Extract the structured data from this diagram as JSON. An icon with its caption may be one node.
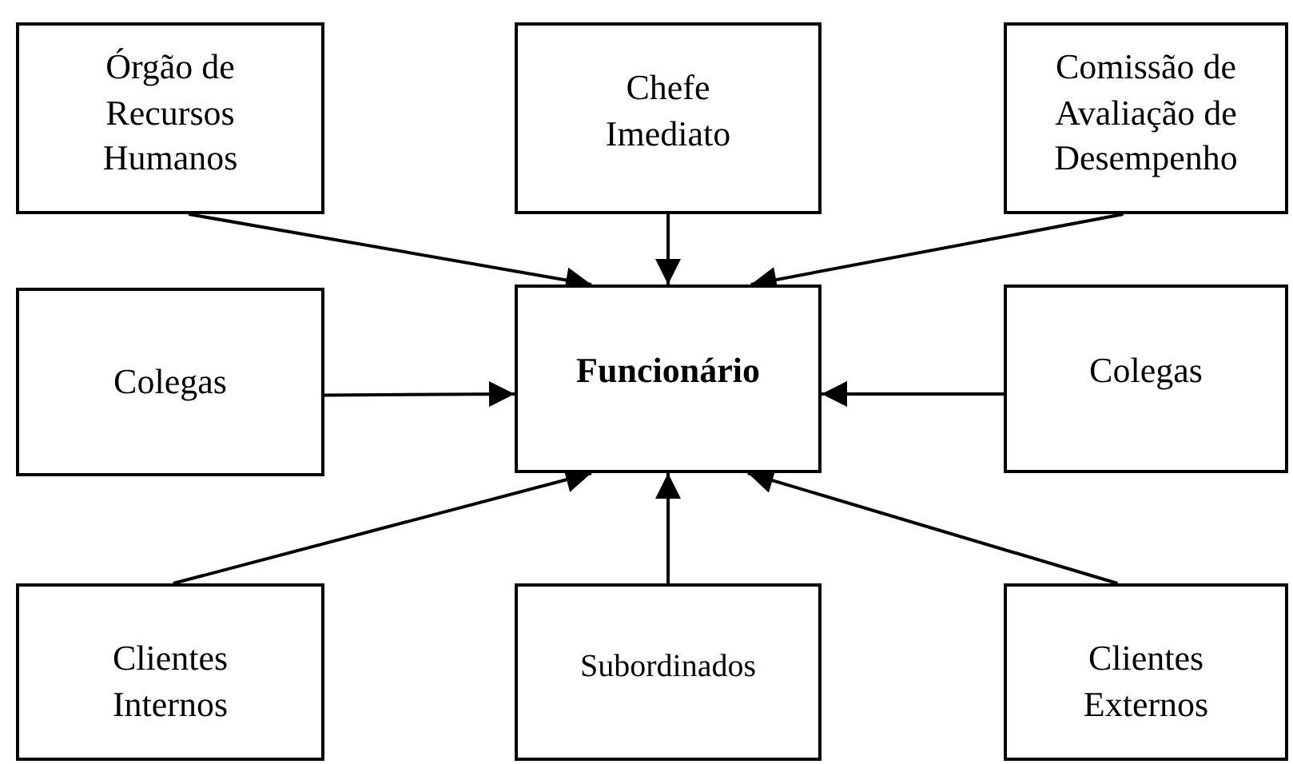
{
  "diagram": {
    "nodes": [
      {
        "text": [
          "Órgão de Recursos Humanos"
        ]
      },
      {
        "text": [
          "Chefe Imediato"
        ]
      },
      {
        "text": [
          "Comissão de Avaliação de Desempenho"
        ]
      },
      {
        "text": [
          "Colegas"
        ]
      },
      {
        "text": [
          "Funcionário"
        ]
      },
      {
        "text": [
          "Colegas"
        ]
      },
      {
        "text": [
          "Clientes Internos"
        ]
      },
      {
        "text": [
          "Subordinados"
        ]
      },
      {
        "text": [
          "Clientes Externos"
        ]
      }
    ],
    "edges": [
      {
        "from": 0,
        "to": 4,
        "arrow": "to"
      },
      {
        "from": 1,
        "to": 4,
        "arrow": "to"
      },
      {
        "from": 2,
        "to": 4,
        "arrow": "to"
      },
      {
        "from": 3,
        "to": 4,
        "arrow": "to"
      },
      {
        "from": 5,
        "to": 4,
        "arrow": "to"
      },
      {
        "from": 6,
        "to": 4,
        "arrow": "to"
      },
      {
        "from": 7,
        "to": 4,
        "arrow": "to"
      },
      {
        "from": 8,
        "to": 4,
        "arrow": "to"
      }
    ]
  }
}
